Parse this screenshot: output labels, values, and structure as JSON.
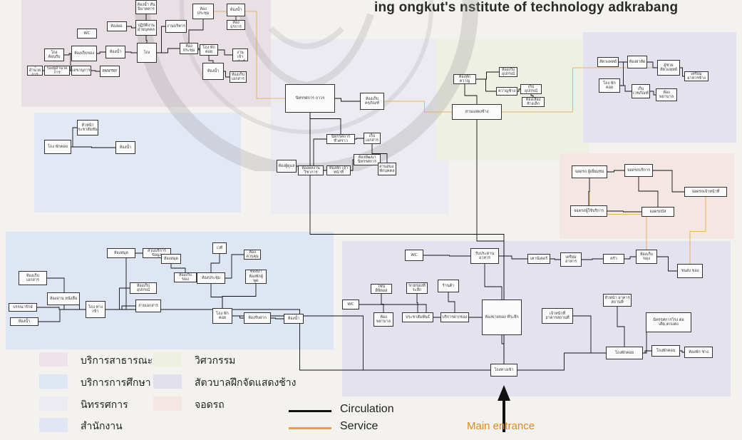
{
  "title": "ing ongkut's nstitute of technology adkrabang",
  "colors": {
    "zone_public": "#e9e0e6",
    "zone_education": "#dfe6f3",
    "zone_exhibition": "#ecebf2",
    "zone_office": "#e3e8f5",
    "zone_engineering": "#eef0e3",
    "zone_elephant": "#e4e2ee",
    "zone_parking": "#f4e6e2",
    "circulation": "#111111",
    "service": "#e8a23a",
    "main_entrance": "#e08a1e"
  },
  "legend": {
    "zones": [
      {
        "label": "บริการสาธารณะ",
        "color": "#eee3ea"
      },
      {
        "label": "บริการการศึกษา",
        "color": "#dfe6f3"
      },
      {
        "label": "นิทรรศการ",
        "color": "#ecebf2"
      },
      {
        "label": "สำนักงาน",
        "color": "#e0e6f4"
      },
      {
        "label": "วิศวกรรม",
        "color": "#eef0e0"
      },
      {
        "label": "สัตวบาลฝึกจัดแสดงช้าง",
        "color": "#e2e0ec"
      },
      {
        "label": "จอดรถ",
        "color": "#f4e6e2"
      }
    ],
    "lines": [
      {
        "label": "Circulation",
        "color": "#111111"
      },
      {
        "label": "Service",
        "color": "#e8a23a"
      }
    ]
  },
  "main_entrance": "Main entrance",
  "nodes": [
    {
      "id": "n1",
      "label": "ห้องน้ำ สันนิบาตคาร"
    },
    {
      "id": "n2",
      "label": "ห้องผอ."
    },
    {
      "id": "n3",
      "label": "ปฏิบัติงาน ฝ่ายบุคคล"
    },
    {
      "id": "n4",
      "label": "งานบริหาร"
    },
    {
      "id": "n5",
      "label": "ห้องประชุม"
    },
    {
      "id": "n6",
      "label": "ห้องน้ำ"
    },
    {
      "id": "n7",
      "label": "ห้องธุรการ"
    },
    {
      "id": "n8",
      "label": "โถง"
    },
    {
      "id": "n9",
      "label": "WC"
    },
    {
      "id": "n10",
      "label": "โถงต้อนรับ"
    },
    {
      "id": "n11",
      "label": "ห้องเก็บของ"
    },
    {
      "id": "n12",
      "label": "ห้องน้ำ"
    },
    {
      "id": "n13",
      "label": "ผู้อำนวยการ"
    },
    {
      "id": "n14",
      "label": "รองผู้อำนวยการ"
    },
    {
      "id": "n15",
      "label": "เลขานุการ"
    },
    {
      "id": "n16",
      "label": "PANTRY"
    },
    {
      "id": "n17",
      "label": "ห้องประชุม"
    },
    {
      "id": "n18",
      "label": "โถง พักคอย"
    },
    {
      "id": "n19",
      "label": "ห้องน้ำ"
    },
    {
      "id": "n20",
      "label": "ห้องเก็บเอกสาร"
    },
    {
      "id": "n21",
      "label": "ปฏิบัติงาน เจ้าหน้าที่"
    },
    {
      "id": "n22",
      "label": "หัวหน้า ประชาสัมพันธ์"
    },
    {
      "id": "n23",
      "label": "โถง พักคอย"
    },
    {
      "id": "n24",
      "label": "ห้องน้ำ"
    },
    {
      "id": "n25",
      "label": "นิทรรศการ ถาวร"
    },
    {
      "id": "n26",
      "label": "ห้องเก็บ ครุภัณฑ์"
    },
    {
      "id": "n27",
      "label": "นิทรรศการ ชั่วคราว"
    },
    {
      "id": "n28",
      "label": "เก็บ เอกสาร"
    },
    {
      "id": "n29",
      "label": "ห้องผู้ดูแล"
    },
    {
      "id": "n30",
      "label": "ห้องผลงาน วิชาการ"
    },
    {
      "id": "n31",
      "label": "ห้องพัก เจ้าหน้าที่"
    },
    {
      "id": "n32",
      "label": "ห้องพัฒนา นิทรรศการ"
    },
    {
      "id": "n33",
      "label": "สานสนง. พักบุคคล"
    },
    {
      "id": "n34",
      "label": "สานแสดงช้าง"
    },
    {
      "id": "n35",
      "label": "ห้องพักควาญ"
    },
    {
      "id": "n36",
      "label": "ห้องเก็บ อุปกรณ์"
    },
    {
      "id": "n37",
      "label": "ควาญช้าง"
    },
    {
      "id": "n38",
      "label": "เก็บอุปกรณ์"
    },
    {
      "id": "n39",
      "label": "ห้องเลี้ยง ช้างเล็ก"
    },
    {
      "id": "n40",
      "label": "สัตวแพทย์"
    },
    {
      "id": "n41",
      "label": "ห้องผ่าตัด"
    },
    {
      "id": "n42",
      "label": "ผู้ช่วยสัตวแพทย์"
    },
    {
      "id": "n43",
      "label": "เตรียม อาหารช้าง"
    },
    {
      "id": "n44",
      "label": "โถง พักคอย"
    },
    {
      "id": "n45",
      "label": "เก็บ เวชภัณฑ์"
    },
    {
      "id": "n46",
      "label": "ห้องพยาบาล"
    },
    {
      "id": "n47",
      "label": "ห้องสมุด"
    },
    {
      "id": "n48",
      "label": "ส่วนบริการข้อมูล"
    },
    {
      "id": "n49",
      "label": "ห้องเก็บเอกสาร"
    },
    {
      "id": "n50",
      "label": "ห้องอ่าน หนังสือ"
    },
    {
      "id": "n51",
      "label": "บรรณารักษ์"
    },
    {
      "id": "n52",
      "label": "ห้องน้ำ"
    },
    {
      "id": "n53",
      "label": "โถง ทางเข้า"
    },
    {
      "id": "n54",
      "label": "ถ่ายเอกสาร"
    },
    {
      "id": "n55",
      "label": "ห้องเก็บ อุปกรณ์"
    },
    {
      "id": "n56",
      "label": "ห้องสมุด"
    },
    {
      "id": "n57",
      "label": "ห้องเก็บของ"
    },
    {
      "id": "n58",
      "label": "เวที"
    },
    {
      "id": "n59",
      "label": "ห้องควบคุม"
    },
    {
      "id": "n60",
      "label": "ห้องประชุม"
    },
    {
      "id": "n61",
      "label": "ห้องน้ำ ห้องพักผู้พูด"
    },
    {
      "id": "n62",
      "label": "โถง พักคอย"
    },
    {
      "id": "n63",
      "label": "ห้องรับฝาก"
    },
    {
      "id": "n64",
      "label": "ห้องน้ำ"
    },
    {
      "id": "n65",
      "label": "WC"
    },
    {
      "id": "n66",
      "label": "รับประทาน อาหาร"
    },
    {
      "id": "n67",
      "label": "เคาน์เตอร์"
    },
    {
      "id": "n68",
      "label": "เตรียม อาหาร"
    },
    {
      "id": "n69",
      "label": "ครัว"
    },
    {
      "id": "n70",
      "label": "ห้องเก็บ ของ"
    },
    {
      "id": "n71",
      "label": "ขนส่ง ของ"
    },
    {
      "id": "n72",
      "label": "โซนดิจิตอล"
    },
    {
      "id": "n73",
      "label": "ขายของที่ระลึก"
    },
    {
      "id": "n74",
      "label": "ร้านค้า"
    },
    {
      "id": "n75",
      "label": "ห้องขายของ ที่ระลึก"
    },
    {
      "id": "n76",
      "label": "WC"
    },
    {
      "id": "n77",
      "label": "ห้อง พยาบาล"
    },
    {
      "id": "n78",
      "label": "ประชาสัมพันธ์"
    },
    {
      "id": "n79",
      "label": "บริการฝากของ"
    },
    {
      "id": "n80",
      "label": "โถงพักคอย"
    },
    {
      "id": "n81",
      "label": "หัวหน้า อาคารสถานที่"
    },
    {
      "id": "n82",
      "label": "เจ้าหน้าที่ อาคารสถานที่"
    },
    {
      "id": "n83",
      "label": "นิทรรศการโรง ต่อเติม,ตกแต่ง"
    },
    {
      "id": "n84",
      "label": "โถงพักคอย"
    },
    {
      "id": "n85",
      "label": "ห้องพัก ช่าง"
    },
    {
      "id": "n86",
      "label": "โถงทางเข้า"
    },
    {
      "id": "n87",
      "label": "จอดรถ ผู้เยี่ยมชม"
    },
    {
      "id": "n88",
      "label": "จอดรถบริการ"
    },
    {
      "id": "n89",
      "label": "จอดรถเจ้าหน้าที่"
    },
    {
      "id": "n90",
      "label": "จอดรถผู้ใช้บริการ"
    },
    {
      "id": "n91",
      "label": "จอดรถบัส"
    }
  ]
}
